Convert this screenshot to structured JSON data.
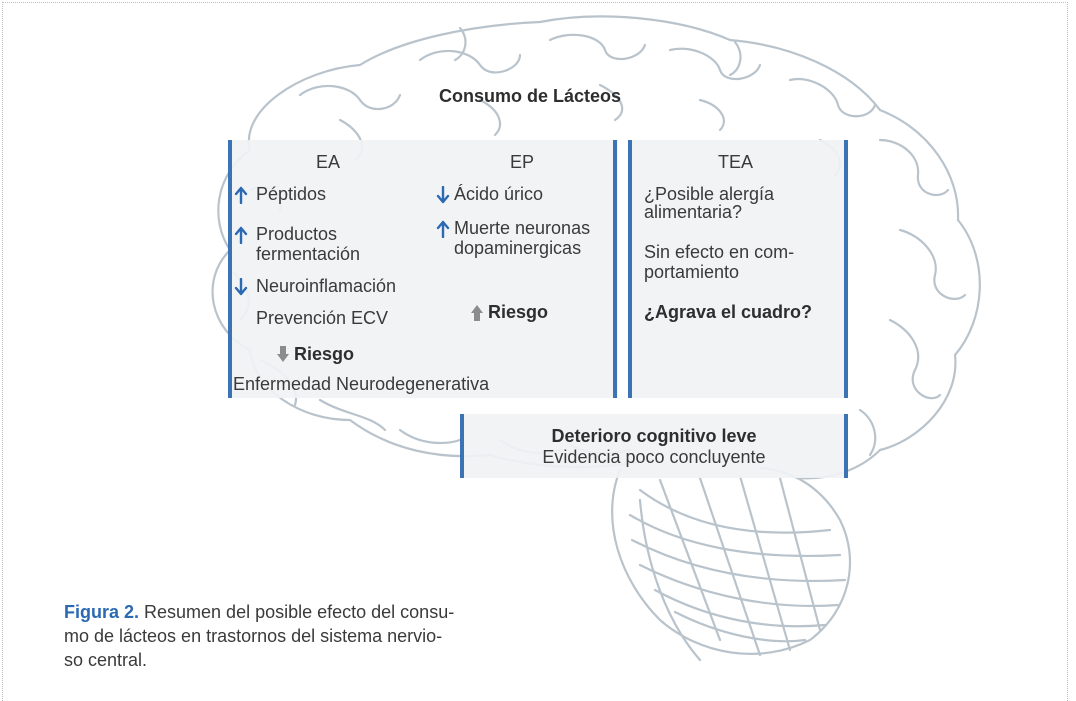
{
  "title": "Consumo de Lácteos",
  "columns": {
    "ea": {
      "heading": "EA",
      "items": [
        "Péptidos",
        "Productos",
        "fermentación",
        "Neuroinflamación",
        "Prevención ECV"
      ],
      "risk": "Riesgo",
      "footer": "Enfermedad Neurodegenerativa"
    },
    "ep": {
      "heading": "EP",
      "items": [
        "Ácido úrico",
        "Muerte neuronas",
        "dopaminergicas"
      ],
      "risk": "Riesgo"
    },
    "tea": {
      "heading": "TEA",
      "items": [
        "¿Posible alergía",
        "alimentaria?",
        "Sin efecto en com-",
        "portamiento"
      ],
      "emphasis": "¿Agrava el cuadro?"
    }
  },
  "mci": {
    "heading": "Deterioro cognitivo leve",
    "text": "Evidencia poco concluyente"
  },
  "caption": {
    "label": "Figura 2.",
    "lines": [
      " Resumen del posible efecto del consu-",
      "mo de lácteos en trastornos del sistema nervio-",
      "so central."
    ]
  },
  "colors": {
    "accent": "#3b73b5",
    "caption_label": "#2b69b3",
    "arrow_up_down": "#2b69b3",
    "risk_arrow": "#8c8c8c",
    "brain_outline": "#b9c3cc"
  }
}
